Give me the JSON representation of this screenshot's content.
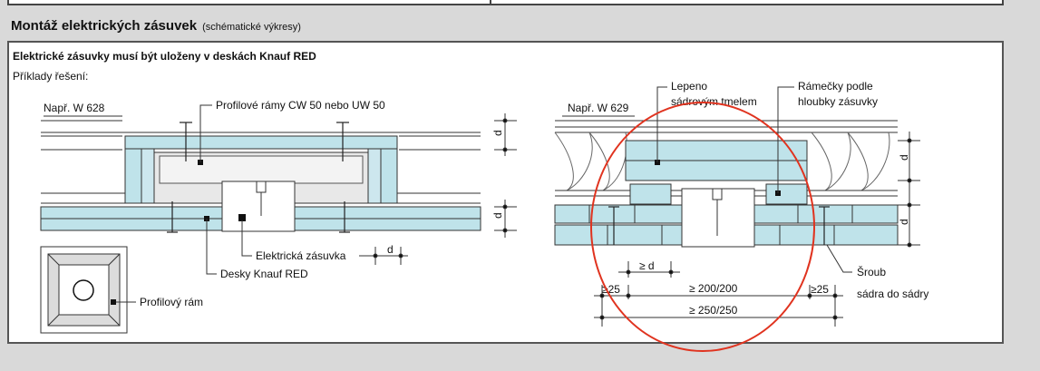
{
  "section": {
    "title": "Montáž elektrických zásuvek",
    "subtitle": "(schématické výkresy)"
  },
  "panel": {
    "title": "Elektrické zásuvky musí být uloženy v deskách Knauf RED",
    "subtitle": "Příklady řešení:"
  },
  "left_drawing": {
    "system_label": "Např. W 628",
    "profile_frames_label": "Profilové rámy CW 50 nebo UW 50",
    "socket_label": "Elektrická zásuvka",
    "boards_label": "Desky Knauf RED",
    "profile_frame_label": "Profilový rám",
    "dim_d1": "d",
    "dim_d2": "d",
    "dim_d3": "d"
  },
  "right_drawing": {
    "system_label": "Např. W 629",
    "glued_label_1": "Lepeno",
    "glued_label_2": "sádrovým tmelem",
    "frames_label_1": "Rámečky podle",
    "frames_label_2": "hloubky zásuvky",
    "screw_label_1": "Šroub",
    "screw_label_2": "sádra do sádry",
    "dim_ge_d": "≥ d",
    "dim_ge25_left": "≥25",
    "dim_ge25_right": "≥25",
    "dim_200": "≥ 200/200",
    "dim_250": "≥ 250/250",
    "dim_d1": "d",
    "dim_d2": "d"
  },
  "colors": {
    "board": "#bfe3ea",
    "frame": "#cde7ee",
    "red_circle": "#e0331f",
    "panel_border": "#555555",
    "background": "#d9d9d9"
  }
}
